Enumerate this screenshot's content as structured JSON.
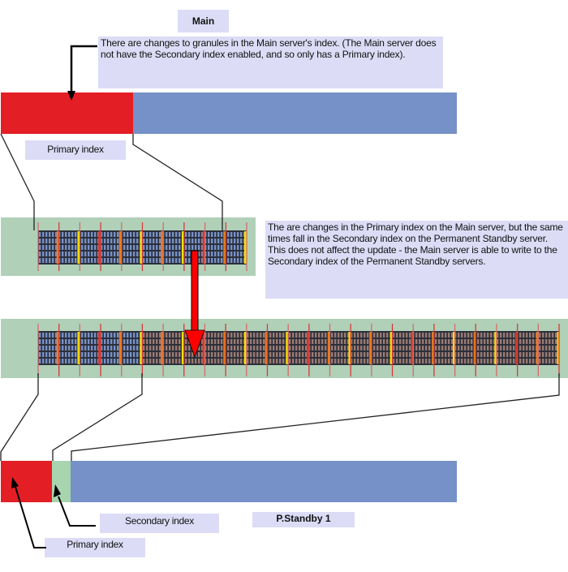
{
  "main": {
    "title": "Main",
    "description": "There are changes to granules in the Main server's index. (The Main server does not have the Secondary index enabled, and so only has a Primary index).",
    "primary_label": "Primary index",
    "segments": [
      {
        "name": "primary",
        "color": "#e31e25"
      },
      {
        "name": "rest",
        "color": "#7691c7"
      }
    ]
  },
  "zoom_strip_1": {
    "background": "#b0d0b8",
    "cell_color": "#7891c6",
    "description": "The are changes in the Primary index on the Main server, but the same times fall in the Secondary index on the Permanent Standby server. This does not affect the update - the Main server is able to write to the Secondary index of the Permanent Standby servers."
  },
  "zoom_strip_2": {
    "background": "#b0d0b8",
    "primary_cell_color": "#7891c6",
    "secondary_cell_color": "#9a7a72"
  },
  "standby": {
    "title": "P.Standby 1",
    "primary_label": "Primary index",
    "secondary_label": "Secondary index",
    "segments": [
      {
        "name": "primary",
        "color": "#e31e25"
      },
      {
        "name": "secondary",
        "color": "#a8d4b0"
      },
      {
        "name": "rest",
        "color": "#7691c7"
      }
    ]
  },
  "colors": {
    "label_bg": "#dcdcf6",
    "marker_red": "#d43a2a",
    "marker_orange": "#ee7a1a",
    "marker_yellow": "#f5e000",
    "arrow_red": "#ff0000"
  }
}
